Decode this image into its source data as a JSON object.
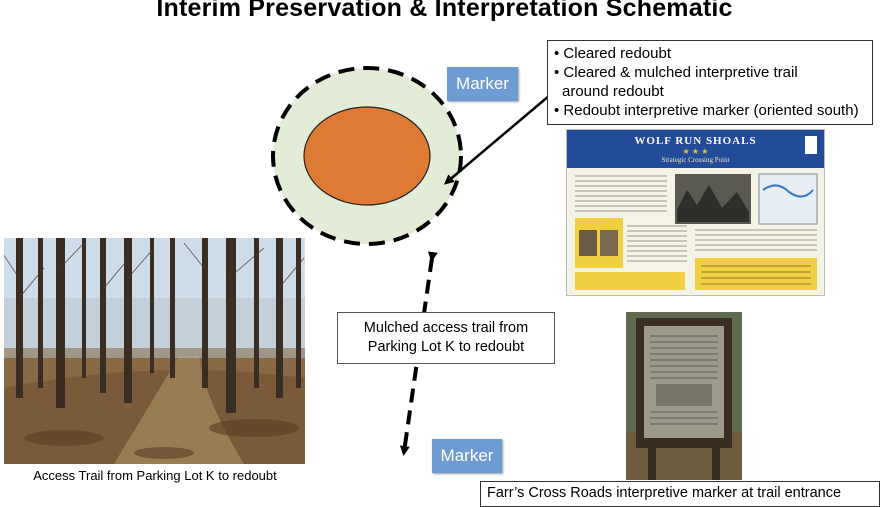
{
  "title": "Interim Preservation & Interpretation Schematic",
  "callout": {
    "bullets": [
      "• Cleared redoubt",
      "• Cleared & mulched interpretive trail",
      "around redoubt",
      "• Redoubt interpretive marker (oriented south)"
    ]
  },
  "markers": {
    "top": "Marker",
    "bottom": "Marker"
  },
  "trail_label": {
    "line1": "Mulched access trail from",
    "line2": "Parking Lot K  to redoubt"
  },
  "captions": {
    "access_trail": "Access Trail from Parking Lot K to redoubt",
    "farrs_marker": "Farr’s Cross Roads interpretive marker at trail entrance"
  },
  "sign": {
    "title": "WOLF RUN SHOALS",
    "stars": "★ ★ ★",
    "subtitle": "Strategic Crossing Point"
  },
  "colors": {
    "redoubt_fill": "#de7a34",
    "cleared_ring": "#e3ecd6",
    "marker_blue": "#6f9bd3",
    "sign_header": "#234b9a"
  }
}
